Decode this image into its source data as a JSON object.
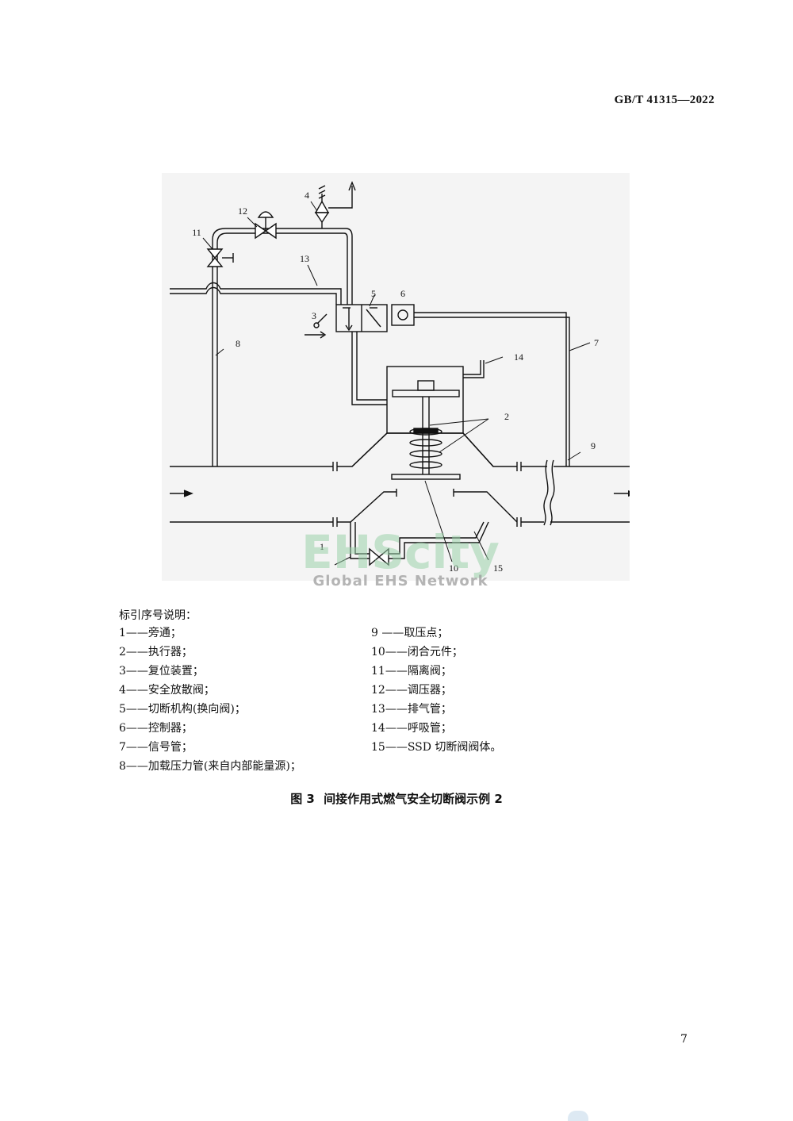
{
  "header": {
    "standard_number": "GB/T 41315—2022"
  },
  "figure": {
    "callouts": [
      "1",
      "2",
      "3",
      "4",
      "5",
      "6",
      "7",
      "8",
      "9",
      "10",
      "11",
      "12",
      "13",
      "14",
      "15"
    ],
    "watermark": {
      "main": "EHScity",
      "sub": "Global EHS Network",
      "color": "#9ad2aa"
    }
  },
  "legend": {
    "title": "标引序号说明：",
    "left": [
      "1——旁通；",
      "2——执行器；",
      "3——复位装置；",
      "4——安全放散阀；",
      "5——切断机构(换向阀)；",
      "6——控制器；",
      "7——信号管；",
      "8——加载压力管(来自内部能量源)；"
    ],
    "right": [
      "9 ——取压点；",
      "10——闭合元件；",
      "11——隔离阀；",
      "12——调压器；",
      "13——排气管；",
      "14——呼吸管；",
      "15——SSD 切断阀阀体。"
    ]
  },
  "caption": {
    "label": "图 3",
    "text": "间接作用式燃气安全切断阀示例 2"
  },
  "page_number": "7"
}
